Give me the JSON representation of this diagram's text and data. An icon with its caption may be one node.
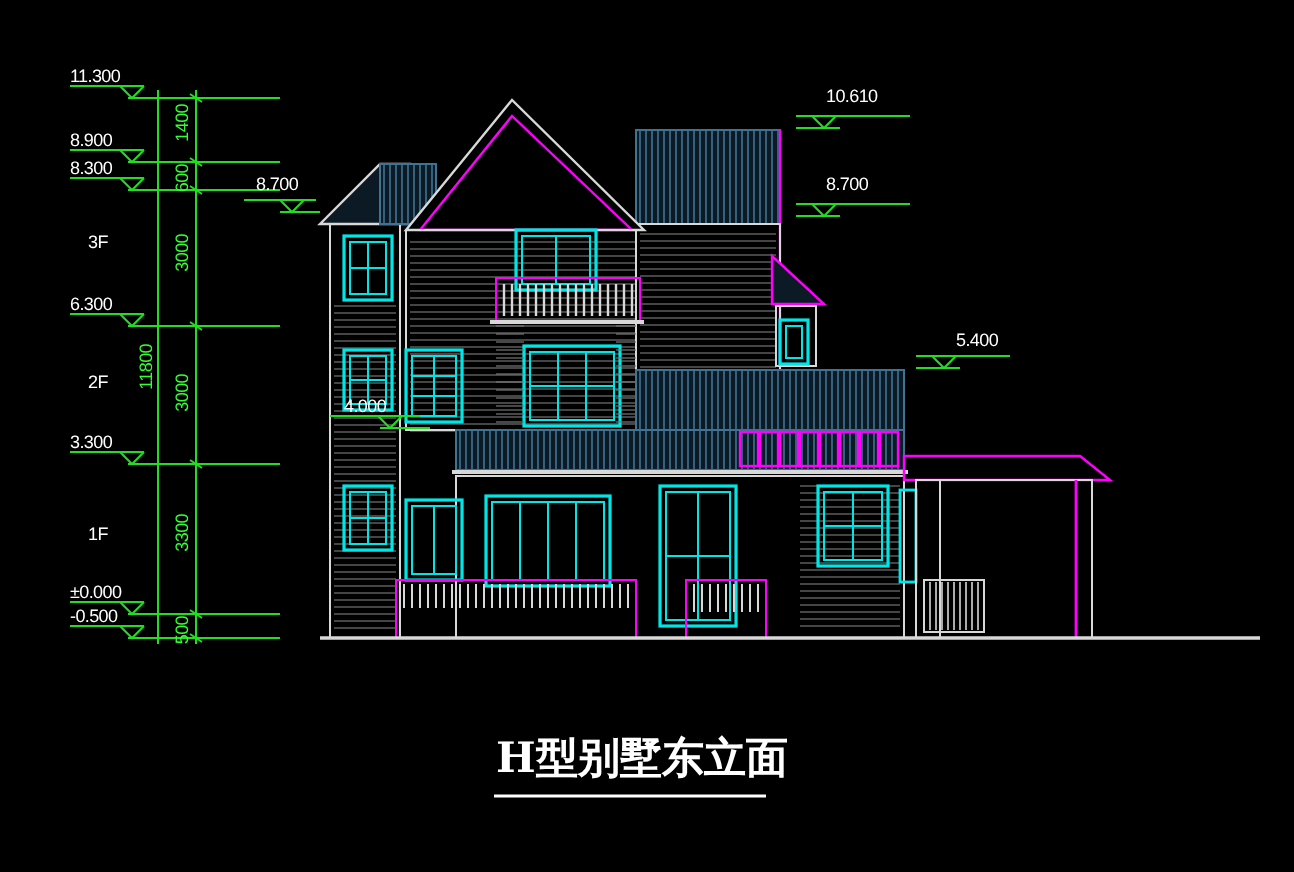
{
  "diagram": {
    "title": "H型别墅东立面",
    "labels": [
      "11.300",
      "10.610",
      "8.900",
      "8.300",
      "1400",
      "8.700",
      "8.700",
      "600",
      "3F",
      "3000",
      "6.300",
      "5.400",
      "11800",
      "2F",
      "3000",
      "4.000",
      "3.300",
      "1F",
      "3300",
      "±0.000",
      "-0.500",
      "500"
    ]
  }
}
